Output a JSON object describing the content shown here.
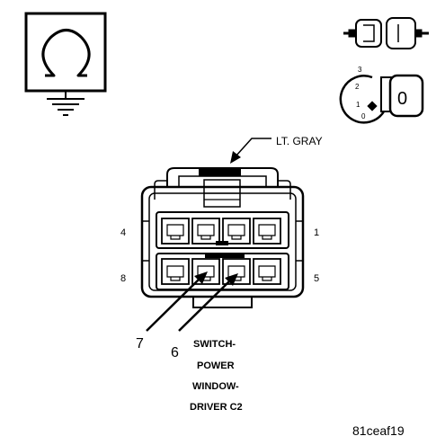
{
  "diagram": {
    "connector_color": "LT. GRAY",
    "pin_labels": {
      "top_left": "4",
      "top_right": "1",
      "bottom_left": "8",
      "bottom_right": "5"
    },
    "wire_callouts": [
      "7",
      "6"
    ],
    "title_lines": [
      "SWITCH-",
      "POWER",
      "WINDOW-",
      "DRIVER C2"
    ],
    "ignition_positions": [
      "3",
      "2",
      "1",
      "0"
    ],
    "ignition_key_label": "0",
    "figure_id": "81ceaf19"
  },
  "icons": {
    "ohmmeter": "ohm-ground-icon",
    "connector": "connector-plug-icon",
    "ignition": "ignition-key-icon"
  }
}
